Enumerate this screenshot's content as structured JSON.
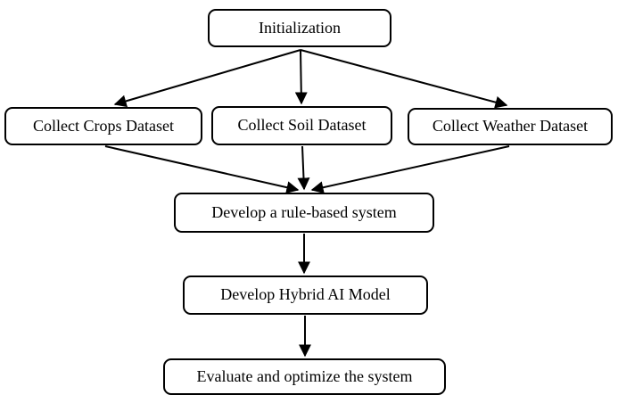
{
  "diagram": {
    "type": "flowchart",
    "background_color": "#ffffff",
    "node_fill_color": "#ffffff",
    "node_border_color": "#000000",
    "text_color": "#000000",
    "nodes": [
      {
        "id": "initialization",
        "label": "Initialization"
      },
      {
        "id": "collect-crops",
        "label": "Collect Crops Dataset"
      },
      {
        "id": "collect-soil",
        "label": "Collect Soil Dataset"
      },
      {
        "id": "collect-weather",
        "label": "Collect Weather Dataset"
      },
      {
        "id": "rule-based",
        "label": "Develop a rule-based system"
      },
      {
        "id": "hybrid-ai",
        "label": "Develop Hybrid AI Model"
      },
      {
        "id": "evaluate",
        "label": "Evaluate and optimize the system"
      }
    ],
    "edges": [
      {
        "from": "Initialization",
        "to": "Collect Crops Dataset"
      },
      {
        "from": "Initialization",
        "to": "Collect Soil Dataset"
      },
      {
        "from": "Initialization",
        "to": "Collect Weather Dataset"
      },
      {
        "from": "Collect Crops Dataset",
        "to": "Develop a rule-based system"
      },
      {
        "from": "Collect Soil Dataset",
        "to": "Develop a rule-based system"
      },
      {
        "from": "Collect Weather Dataset",
        "to": "Develop a rule-based system"
      },
      {
        "from": "Develop a rule-based system",
        "to": "Develop Hybrid AI Model"
      },
      {
        "from": "Develop Hybrid AI Model",
        "to": "Evaluate and optimize the system"
      }
    ]
  }
}
